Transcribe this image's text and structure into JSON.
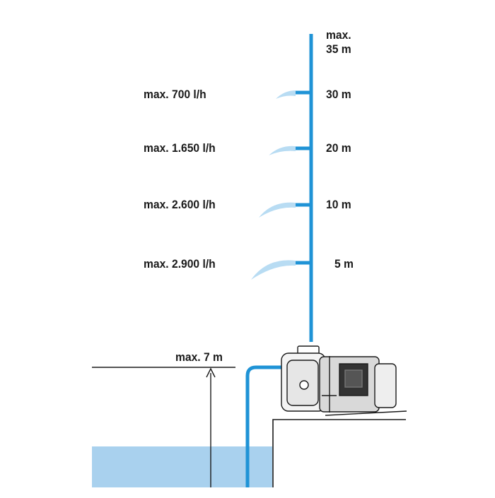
{
  "diagram": {
    "flow_labels": [
      {
        "flow": "max. 700 l/h",
        "height": "30 m"
      },
      {
        "flow": "max. 1.650 l/h",
        "height": "20 m"
      },
      {
        "flow": "max. 2.600 l/h",
        "height": "10 m"
      },
      {
        "flow": "max. 2.900 l/h",
        "height": "5 m"
      }
    ],
    "top_label_line1": "max.",
    "top_label_line2": "35 m",
    "suction_label": "max. 7 m",
    "colors": {
      "pipe": "#1f93d6",
      "water": "#a9d1ee",
      "spray": "#c6e3f6",
      "line": "#1a1a1a"
    }
  }
}
